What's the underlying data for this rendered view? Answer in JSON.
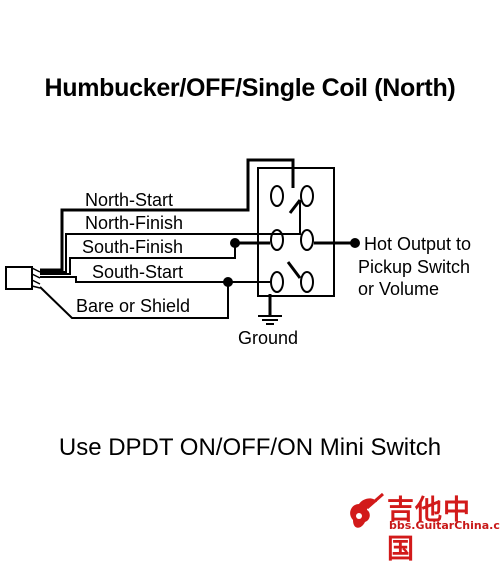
{
  "title": "Humbucker/OFF/Single Coil (North)",
  "labels": {
    "north_start": "North-Start",
    "north_finish": "North-Finish",
    "south_finish": "South-Finish",
    "south_start": "South-Start",
    "bare_shield": "Bare or Shield",
    "ground": "Ground",
    "output_line1": "Hot Output to",
    "output_line2": "Pickup Switch",
    "output_line3": "or Volume"
  },
  "caption": "Use DPDT ON/OFF/ON Mini Switch",
  "watermark": {
    "text": "吉他中国",
    "url": "bbs.GuitarChina.com"
  },
  "colors": {
    "ink": "#000000",
    "switch_fill": "#ffffff",
    "watermark": "#d21a1a"
  }
}
